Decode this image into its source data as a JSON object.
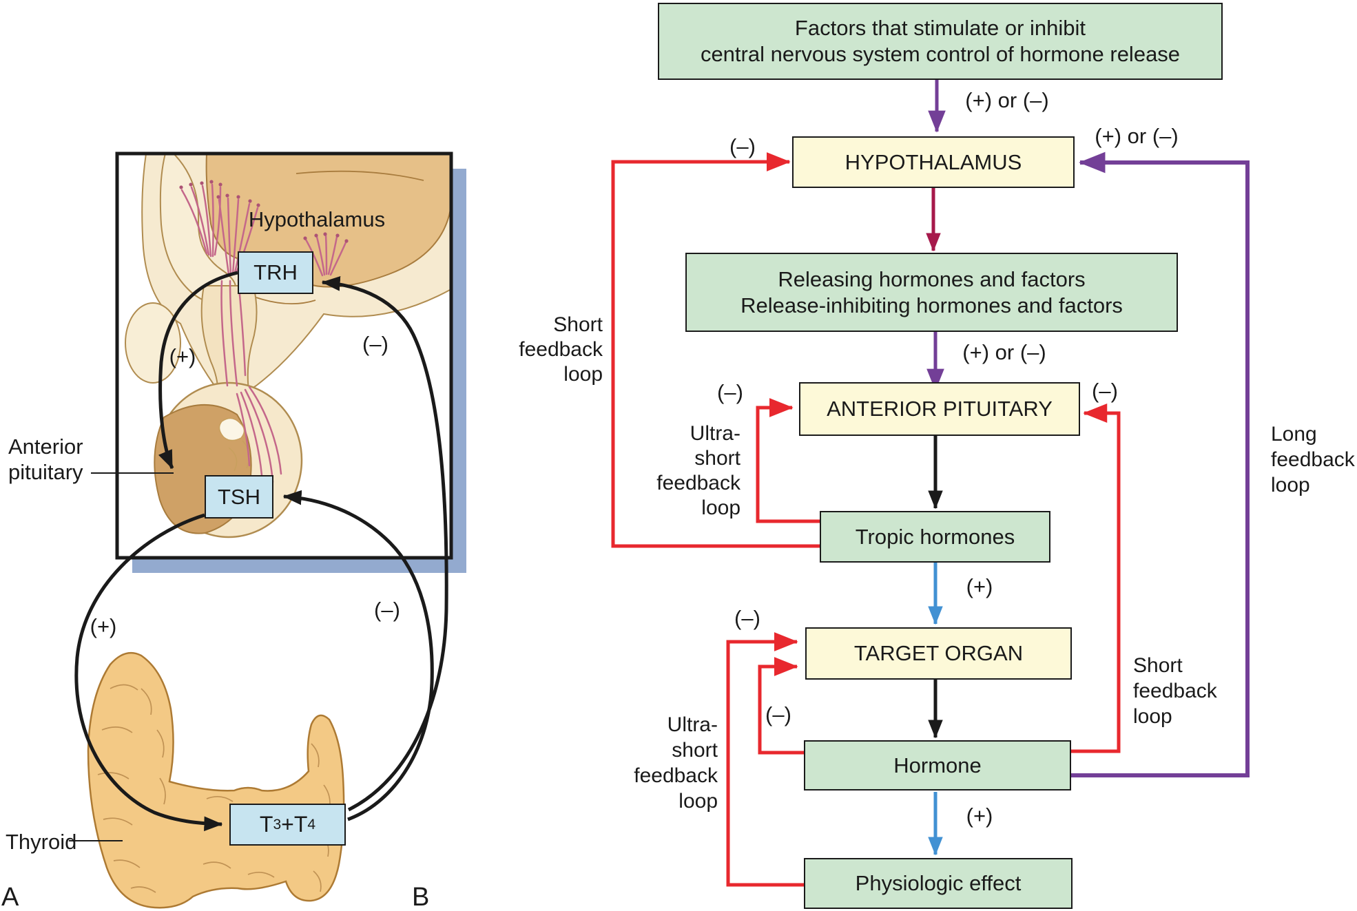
{
  "figure": {
    "panel_a_letter": "A",
    "panel_b_letter": "B"
  },
  "flowchart": {
    "factors": "Factors that stimulate or inhibit\ncentral nervous system control of hormone release",
    "hypothalamus": "HYPOTHALAMUS",
    "releasing": "Releasing hormones and factors\nRelease-inhibiting hormones and factors",
    "anterior_pituitary": "ANTERIOR PITUITARY",
    "tropic_hormones": "Tropic hormones",
    "target_organ": "TARGET ORGAN",
    "hormone": "Hormone",
    "physiologic_effect": "Physiologic effect"
  },
  "signs": {
    "plus": "(+)",
    "minus": "(–)",
    "plus_or_minus": "(+) or (–)"
  },
  "loops": {
    "short": "Short\nfeedback\nloop",
    "ultra_short": "Ultra-\nshort\nfeedback\nloop",
    "long": "Long\nfeedback\nloop"
  },
  "anatomy": {
    "hypothalamus_label": "Hypothalamus",
    "anterior_pituitary_label": "Anterior\npituitary",
    "thyroid_label": "Thyroid",
    "trh": "TRH",
    "tsh": "TSH",
    "t3t4": {
      "t1": "T",
      "t1_sub": "3",
      "plus": " + ",
      "t2": "T",
      "t2_sub": "4"
    }
  },
  "colors": {
    "box_green": "#cde6cf",
    "box_yellow": "#fdf9d8",
    "box_blue": "#c7e4f0",
    "arrow_red": "#e8282e",
    "arrow_purple": "#733f97",
    "arrow_maroon": "#a6194b",
    "arrow_blue": "#4291d3",
    "arrow_black": "#1a1a1a",
    "frame_shadow": "#93aacf",
    "gland_tan": "#e6c088",
    "thyroid_orange": "#f3c985"
  }
}
